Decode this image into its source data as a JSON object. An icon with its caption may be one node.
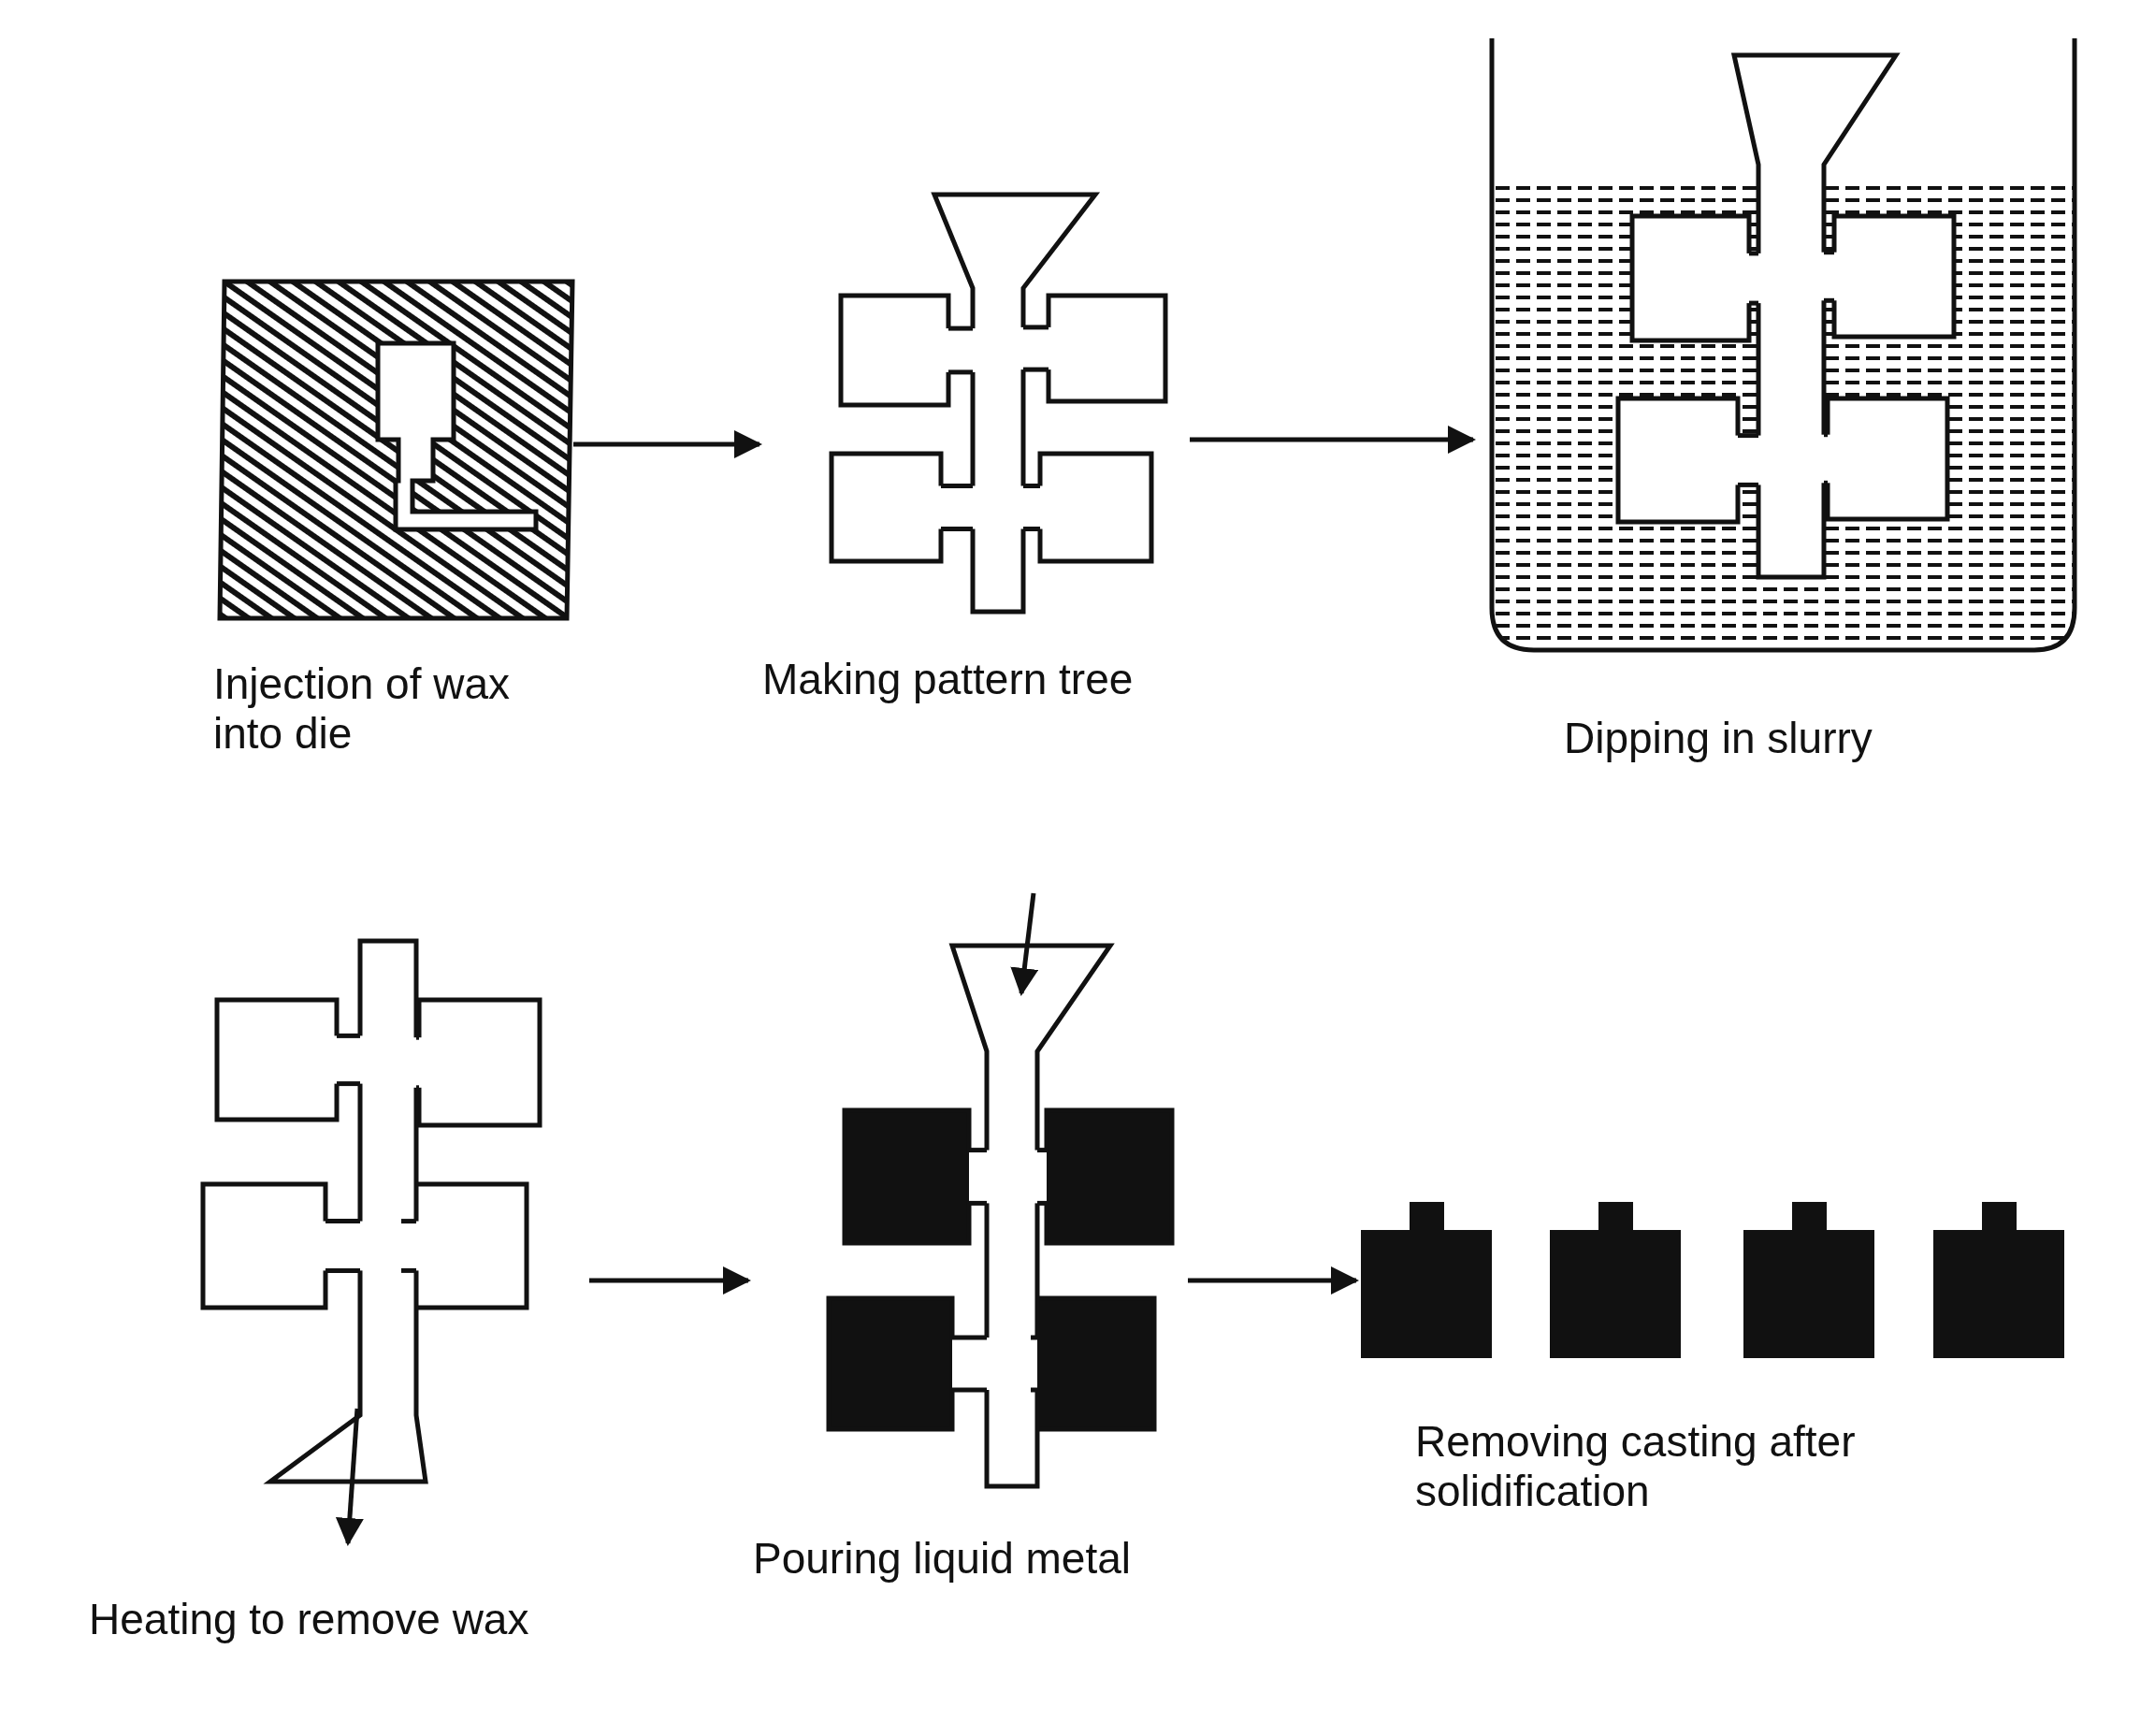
{
  "diagram": {
    "nodes": [
      {
        "text": [
          "Injection of wax into die"
        ]
      },
      {
        "text": [
          "Making pattern tree"
        ]
      },
      {
        "text": [
          "Dipping in slurry"
        ]
      },
      {
        "text": [
          "Heating to remove wax"
        ]
      },
      {
        "text": [
          "Pouring liquid metal"
        ]
      },
      {
        "text": [
          "Removing casting after solidification"
        ]
      }
    ],
    "edges": [
      {
        "from": 0,
        "to": 1,
        "arrow": "to"
      },
      {
        "from": 1,
        "to": 2,
        "arrow": "to"
      },
      {
        "from": 3,
        "to": 4,
        "arrow": "to"
      },
      {
        "from": 4,
        "to": 5,
        "arrow": "to"
      }
    ]
  }
}
